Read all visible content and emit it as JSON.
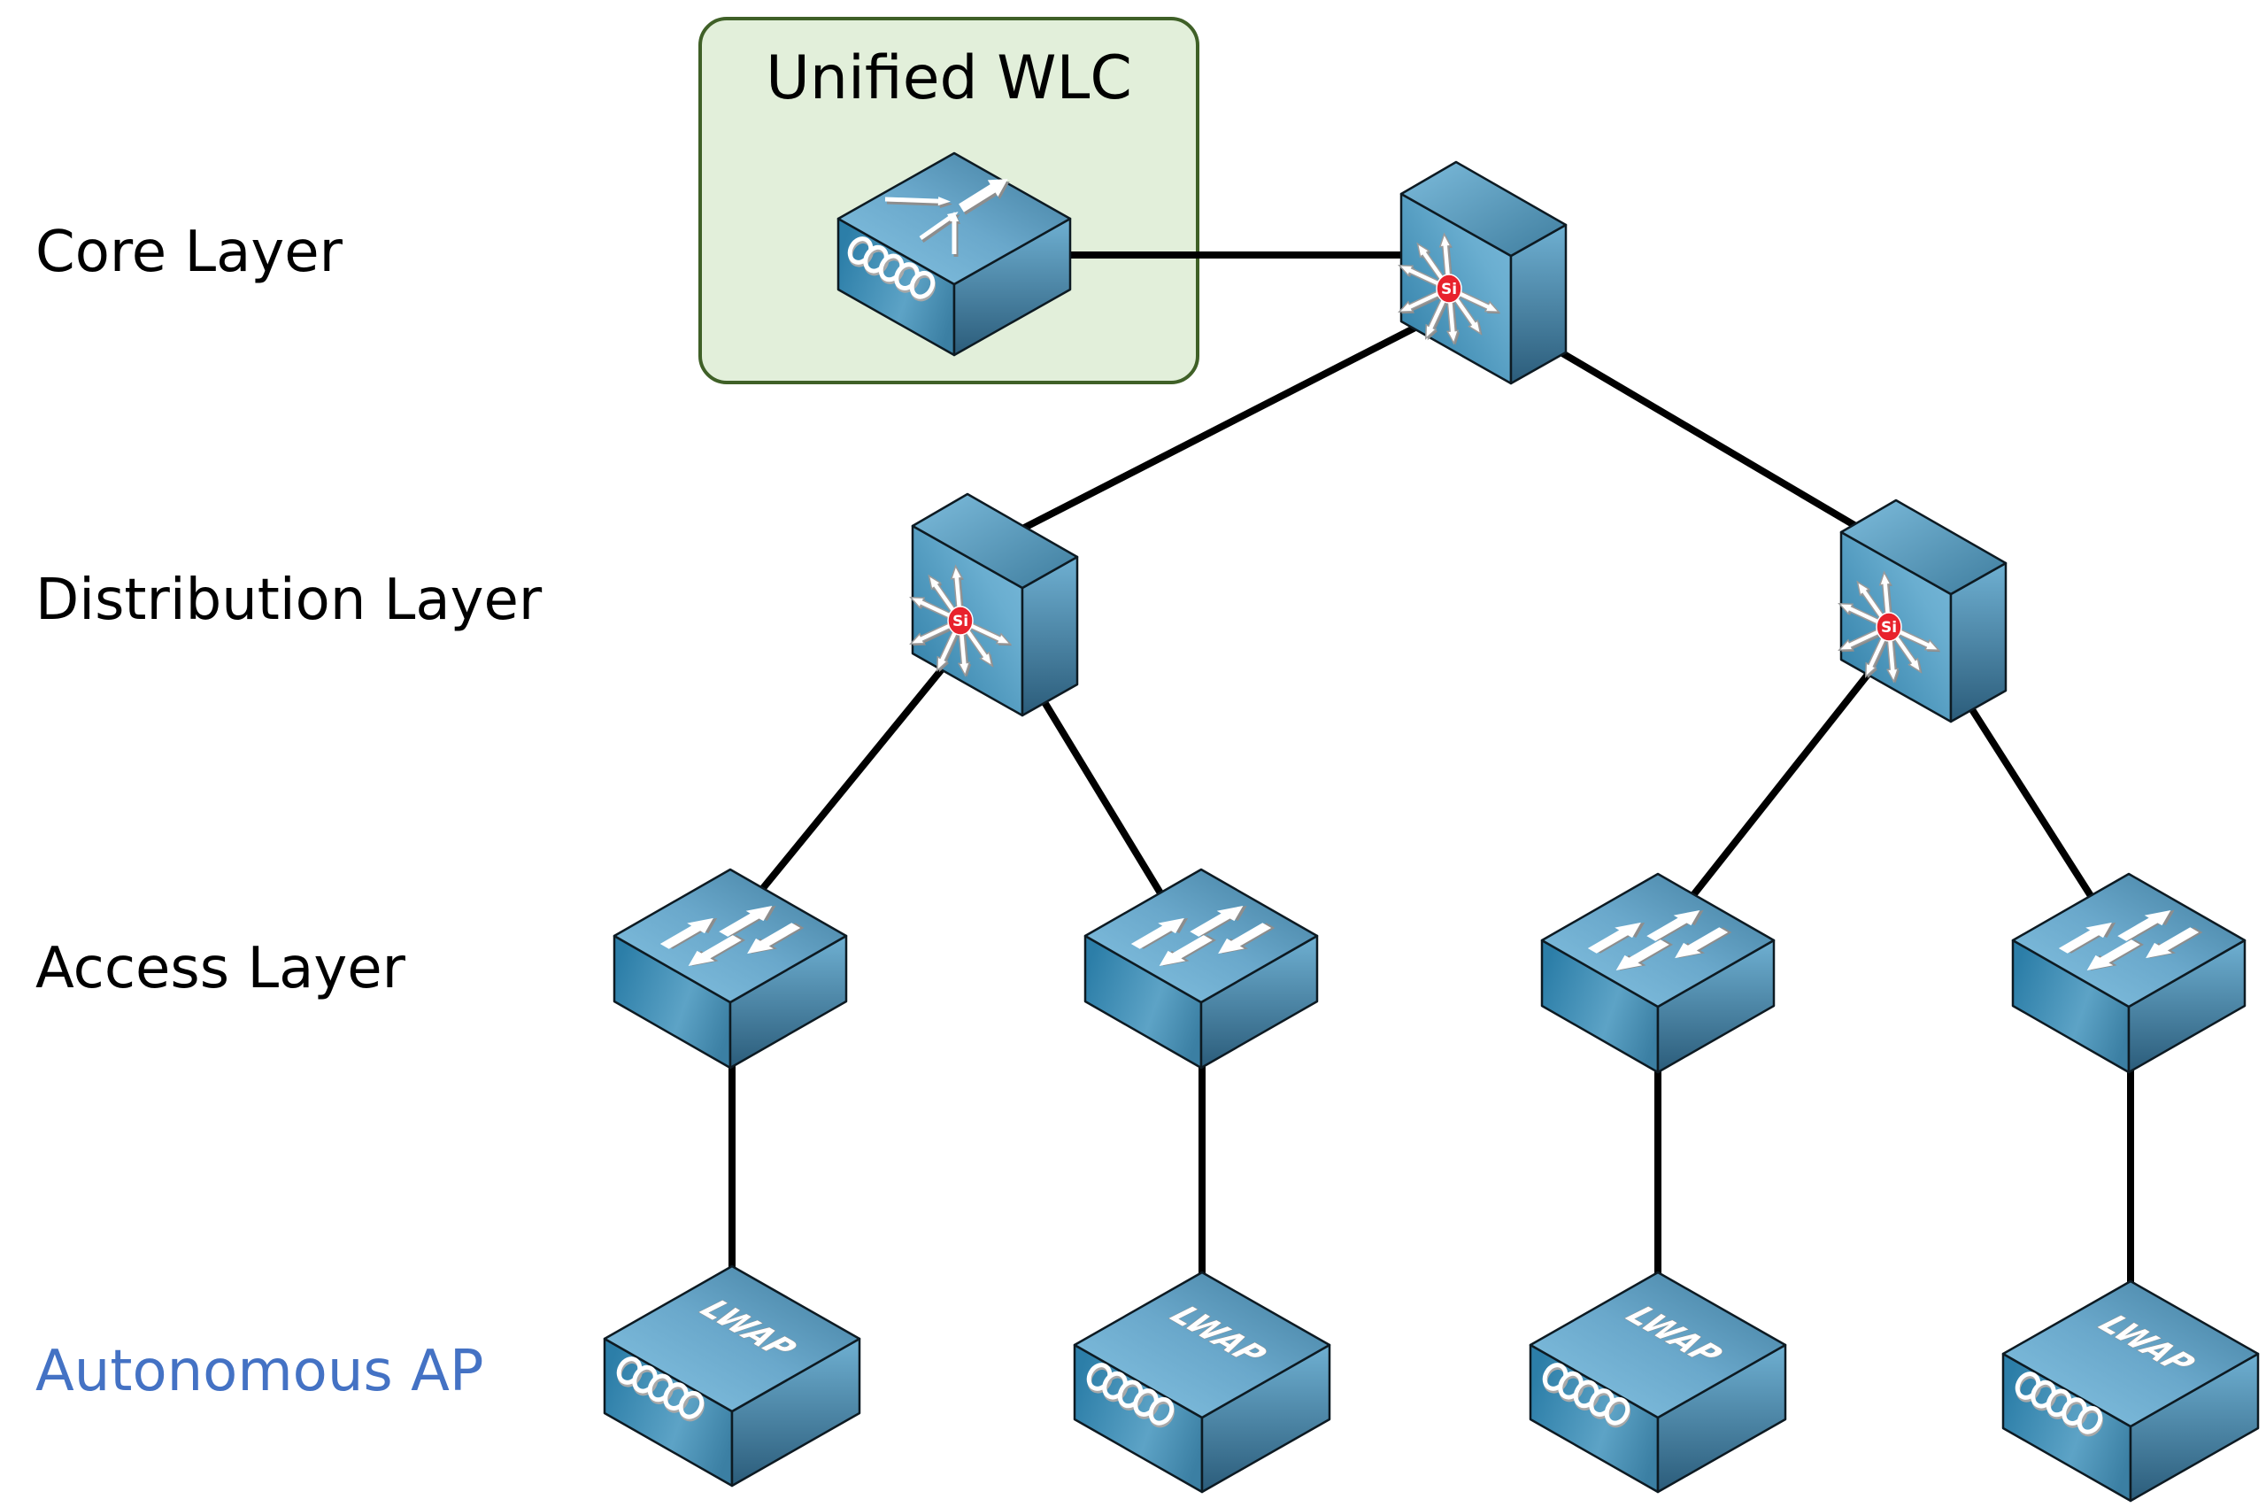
{
  "diagram": {
    "title": "Hierarchical campus network with Unified WLC",
    "group": {
      "title": "Unified WLC",
      "fill": "#E2EFDA",
      "border": "#3F6027"
    },
    "layers": [
      {
        "id": "core",
        "label": "Core Layer",
        "color": "#000000"
      },
      {
        "id": "distribution",
        "label": "Distribution Layer",
        "color": "#000000"
      },
      {
        "id": "access",
        "label": "Access Layer",
        "color": "#000000"
      },
      {
        "id": "ap",
        "label": "Autonomous AP",
        "color": "#4472C4"
      }
    ],
    "devices": [
      {
        "id": "wlc",
        "type": "wireless-lan-controller",
        "layer": "core",
        "icon": "wlc-icon"
      },
      {
        "id": "core1",
        "type": "multilayer-switch",
        "layer": "core",
        "icon": "multilayer-switch-icon",
        "badge": "Si"
      },
      {
        "id": "dist1",
        "type": "multilayer-switch",
        "layer": "distribution",
        "icon": "multilayer-switch-icon",
        "badge": "Si"
      },
      {
        "id": "dist2",
        "type": "multilayer-switch",
        "layer": "distribution",
        "icon": "multilayer-switch-icon",
        "badge": "Si"
      },
      {
        "id": "acc1",
        "type": "workgroup-switch",
        "layer": "access",
        "icon": "switch-icon"
      },
      {
        "id": "acc2",
        "type": "workgroup-switch",
        "layer": "access",
        "icon": "switch-icon"
      },
      {
        "id": "acc3",
        "type": "workgroup-switch",
        "layer": "access",
        "icon": "switch-icon"
      },
      {
        "id": "acc4",
        "type": "workgroup-switch",
        "layer": "access",
        "icon": "switch-icon"
      },
      {
        "id": "ap1",
        "type": "access-point",
        "layer": "ap",
        "icon": "lwap-icon",
        "badge": "LWAP"
      },
      {
        "id": "ap2",
        "type": "access-point",
        "layer": "ap",
        "icon": "lwap-icon",
        "badge": "LWAP"
      },
      {
        "id": "ap3",
        "type": "access-point",
        "layer": "ap",
        "icon": "lwap-icon",
        "badge": "LWAP"
      },
      {
        "id": "ap4",
        "type": "access-point",
        "layer": "ap",
        "icon": "lwap-icon",
        "badge": "LWAP"
      }
    ],
    "links": [
      {
        "from": "wlc",
        "to": "core1"
      },
      {
        "from": "core1",
        "to": "dist1"
      },
      {
        "from": "core1",
        "to": "dist2"
      },
      {
        "from": "dist1",
        "to": "acc1"
      },
      {
        "from": "dist1",
        "to": "acc2"
      },
      {
        "from": "dist2",
        "to": "acc3"
      },
      {
        "from": "dist2",
        "to": "acc4"
      },
      {
        "from": "acc1",
        "to": "ap1"
      },
      {
        "from": "acc2",
        "to": "ap2"
      },
      {
        "from": "acc3",
        "to": "ap3"
      },
      {
        "from": "acc4",
        "to": "ap4"
      }
    ]
  }
}
